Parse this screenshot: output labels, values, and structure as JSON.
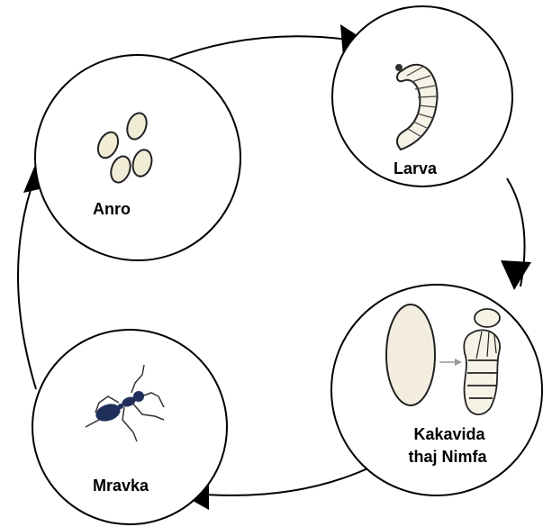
{
  "stages": {
    "egg": {
      "label": "Anro"
    },
    "larva": {
      "label": "Larva"
    },
    "pupa": {
      "label_line1": "Kakavida",
      "label_line2": "thaj Nimfa"
    },
    "adult": {
      "label": "Mravka"
    }
  },
  "colors": {
    "stroke": "#000000",
    "egg_fill": "#f1ecd6",
    "larva_fill": "#f5f2e6",
    "ant_body": "#1f2f5a"
  }
}
